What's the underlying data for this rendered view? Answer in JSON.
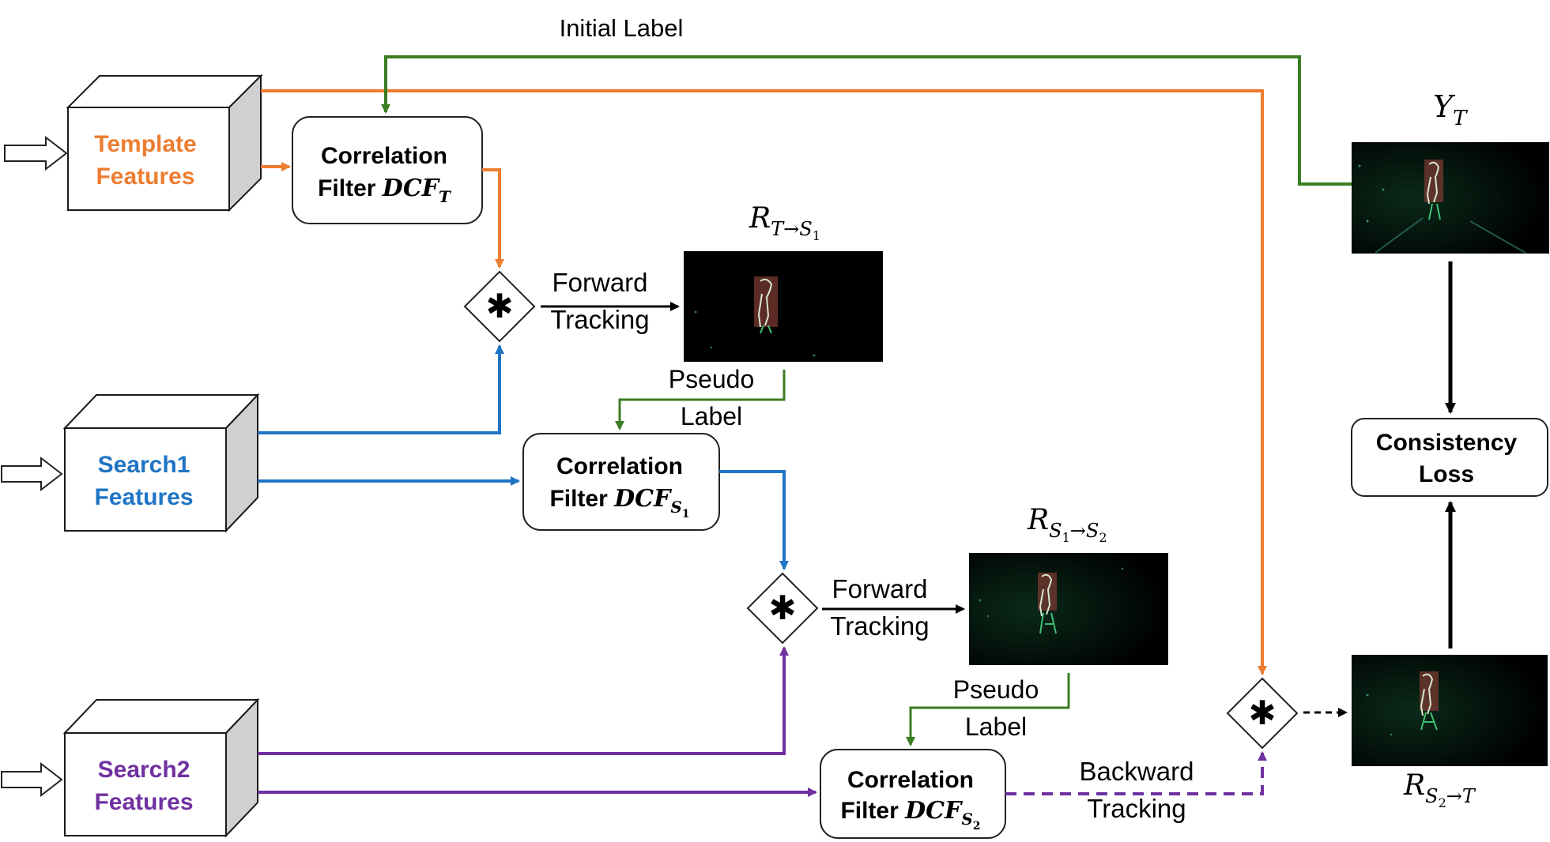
{
  "colors": {
    "template": "#ED7D31",
    "search1": "#1F74C4",
    "search2": "#7030A0",
    "label": "#3A7D22",
    "black": "#000000"
  },
  "feature_blocks": {
    "template": {
      "line1": "Template",
      "line2": "Features"
    },
    "search1": {
      "line1": "Search1",
      "line2": "Features"
    },
    "search2": {
      "line1": "Search2",
      "line2": "Features"
    }
  },
  "filters": {
    "t": {
      "line1": "Correlation",
      "line2_prefix": "Filter",
      "math_main": "DCF",
      "math_sub": "T",
      "math_subsub": ""
    },
    "s1": {
      "line1": "Correlation",
      "line2_prefix": "Filter",
      "math_main": "DCF",
      "math_sub": "S",
      "math_subsub": "1"
    },
    "s2": {
      "line1": "Correlation",
      "line2_prefix": "Filter",
      "math_main": "DCF",
      "math_sub": "S",
      "math_subsub": "2"
    }
  },
  "operator_symbol": "✱",
  "tracking_labels": {
    "forward1": {
      "line1": "Forward",
      "line2": "Tracking"
    },
    "forward2": {
      "line1": "Forward",
      "line2": "Tracking"
    },
    "backward": {
      "line1": "Backward",
      "line2": "Tracking"
    }
  },
  "pseudo_labels": {
    "p1": {
      "line1": "Pseudo",
      "line2": "Label"
    },
    "p2": {
      "line1": "Pseudo",
      "line2": "Label"
    }
  },
  "initial_label": "Initial Label",
  "response_labels": {
    "r_t_s1": {
      "main": "R",
      "sub1": "T",
      "arrow": "→",
      "sub2": "S",
      "sub2sub": "1"
    },
    "r_s1_s2": {
      "main": "R",
      "sub1": "S",
      "sub1sub": "1",
      "arrow": "→",
      "sub2": "S",
      "sub2sub": "2"
    },
    "r_s2_t": {
      "main": "R",
      "sub1": "S",
      "sub1sub": "2",
      "arrow": "→",
      "sub2": "T"
    },
    "y_t": {
      "main": "Y",
      "sub1": "T"
    }
  },
  "consistency_loss": {
    "line1": "Consistency",
    "line2": "Loss"
  }
}
